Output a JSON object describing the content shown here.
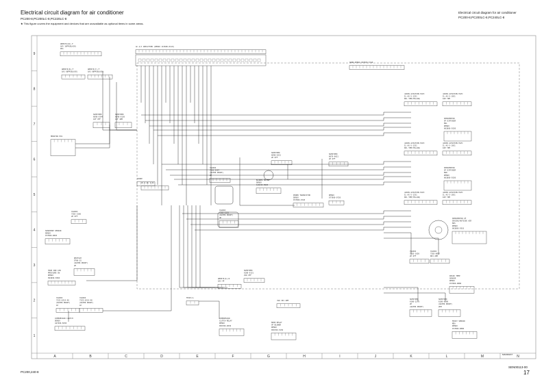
{
  "header": {
    "title": "Electrical circuit diagram for air conditioner",
    "models": "PC200-8,PC200LC-8,PC220LC-8",
    "note": "★ This figure covers the equipment and devices that are unavailable as optional items in some areas."
  },
  "header_right": {
    "title": "Electrical circuit diagram for air conditioner",
    "models": "PC200-8,PC200LC-8,PC240LC-8"
  },
  "footer": {
    "model": "PC200,240-8",
    "doc_ref": "SEN00113-00",
    "page": "17",
    "revision_note": "MANIFEST"
  },
  "grid": {
    "rows": [
      "9",
      "8",
      "7",
      "6",
      "5",
      "4",
      "3",
      "2",
      "1"
    ],
    "cols": [
      "A",
      "B",
      "C",
      "D",
      "E",
      "F",
      "G",
      "H",
      "I",
      "J",
      "K",
      "L",
      "M",
      "N"
    ]
  },
  "components": [
    {
      "id": "amp-cn1",
      "lines": [
        "AMP070(16)-F",
        "GA5 16PM(BLACK)",
        "P01"
      ]
    },
    {
      "id": "amp-cn2",
      "lines": [
        "AMP070(8)-F",
        "GA3 08PM(BLACK)"
      ]
    },
    {
      "id": "amp-cn3",
      "lines": [
        "AMP070(7)-F",
        "GA3 08PM(BLACK)"
      ]
    },
    {
      "id": "aircon-amp",
      "lines": [
        "AC A/C AMPLIFIER (DENSO 115600-0110)"
      ]
    },
    {
      "id": "harness",
      "lines": [
        "HARN DENSO 093830-5740"
      ]
    },
    {
      "id": "sumitomo-1",
      "lines": [
        "SUMITOMO",
        "6098-0144",
        "10F OFF"
      ]
    },
    {
      "id": "sumitomo-2",
      "lines": [
        "SUMITOMO",
        "6098-0130",
        "10F 4PM"
      ]
    },
    {
      "id": "monitor",
      "lines": [
        "MONITOR ECU"
      ]
    },
    {
      "id": "diode",
      "lines": [
        "DIODE"
      ]
    },
    {
      "id": "yazaki-1",
      "lines": [
        "YAZAKI",
        "7283-1560",
        "2P OFF"
      ]
    },
    {
      "id": "yazaki-2",
      "lines": [
        "YAZAKI",
        "7283-5597",
        "(WATER PROOF)",
        "2P"
      ]
    },
    {
      "id": "yazaki-3",
      "lines": [
        "YAZAKI",
        "7282-1555",
        "(WATER PROOF)",
        "4P"
      ]
    },
    {
      "id": "sumitomo-3",
      "lines": [
        "SUMITOMO",
        "6098-0221",
        "2P OFF"
      ]
    },
    {
      "id": "sumitomo-4",
      "lines": [
        "SUMITOMO",
        "6070-0021",
        "2P OFF"
      ]
    },
    {
      "id": "blower-motor",
      "lines": [
        "BLOWER MOTOR",
        "DENSO",
        "116340-8920"
      ]
    },
    {
      "id": "power-transistor",
      "lines": [
        "POWER TRANSISTOR",
        "DENSO",
        "077800-0720"
      ]
    },
    {
      "id": "denso-power",
      "lines": [
        "DENSO",
        "077800-0720"
      ]
    },
    {
      "id": "jae-1",
      "lines": [
        "JAPAN AVIATION ELEC",
        "IL-AG-5-12S1",
        "6PL YPM(YELLOW)"
      ]
    },
    {
      "id": "jae-2",
      "lines": [
        "JAPAN AVIATION ELEC",
        "IL-AG-5-10S1",
        "10P YPM"
      ]
    },
    {
      "id": "servomotor-1",
      "lines": [
        "SERVOMOTOR",
        "OF DIFFUSER",
        "MAL",
        "DENSO",
        "063800-9330"
      ]
    },
    {
      "id": "jae-3",
      "lines": [
        "JAPAN AVIATION ELEC",
        "IL-AG-5-12S1",
        "6PL YPM(YELLOW)"
      ]
    },
    {
      "id": "jae-4",
      "lines": [
        "JAPAN AVIATION ELEC",
        "IL-AG-5-10S1",
        "10P YPM"
      ]
    },
    {
      "id": "servomotor-2",
      "lines": [
        "SERVOMOTOR",
        "OF DIFFUSER",
        "MAR",
        "DENSO",
        "063800-9330"
      ]
    },
    {
      "id": "jae-5",
      "lines": [
        "JAPAN AVIATION ELEC",
        "IL-AG-5-12S1",
        "6PL YPM(YELLOW)"
      ]
    },
    {
      "id": "jae-6",
      "lines": [
        "JAPAN AVIATION ELEC",
        "IL-AG-5-10S1",
        "10P YPM"
      ]
    },
    {
      "id": "servomotor-3",
      "lines": [
        "SERVOMOTOR OF",
        "INSIDE/OUTSIDE AIR",
        "MAS",
        "DENSO",
        "063800-9310"
      ]
    },
    {
      "id": "sunshine-sensor",
      "lines": [
        "SUNSHINE SENSOR",
        "DENSO",
        "077800-0893"
      ]
    },
    {
      "id": "deutsch",
      "lines": [
        "DEUTSCH",
        "DT06-2S",
        "(WATER PROOF)",
        "2P"
      ]
    },
    {
      "id": "high-low-switch",
      "lines": [
        "HIGH AND LOW",
        "PRESSURE SW",
        "DENSO",
        "094999-5950"
      ]
    },
    {
      "id": "compressor-clutch",
      "lines": [
        "COMPRESSOR CLUTCH",
        "DENSO",
        "447260-5030"
      ]
    },
    {
      "id": "yazaki-4",
      "lines": [
        "YAZAKI",
        "7222-6214-40",
        "(WATER PROOF)",
        "1P"
      ]
    },
    {
      "id": "yazaki-5",
      "lines": [
        "YAZAKI",
        "7322-6214-40",
        "(WATER PROOF)",
        "1P"
      ]
    },
    {
      "id": "fuse",
      "lines": [
        "FUSE(1)"
      ]
    },
    {
      "id": "compressor-relay",
      "lines": [
        "COMPRESSOR",
        "CLUTCH RELAY",
        "DENSO",
        "056700-9030"
      ]
    },
    {
      "id": "amp-relay",
      "lines": [
        "AMP070(4)-N",
        "GA3 4P"
      ]
    },
    {
      "id": "sumitomo-5",
      "lines": [
        "SUMITOMO",
        "6180-0131",
        "2SD OFF"
      ]
    },
    {
      "id": "main-relay",
      "lines": [
        "MAIN RELAY",
        "OF BLOWER",
        "DENSO",
        "056700-5150"
      ]
    },
    {
      "id": "jmb-4p",
      "lines": [
        "JSD 3P1 4PM"
      ]
    },
    {
      "id": "yazaki-6",
      "lines": [
        "YAZAKI",
        "7283-1020",
        "2P OFF"
      ]
    },
    {
      "id": "yazaki-7",
      "lines": [
        "YAZAKI",
        "7283-8607",
        "8P4 2PM"
      ]
    },
    {
      "id": "insid-temp",
      "lines": [
        "INSID TEMP",
        "SENSOR",
        "DENSO",
        "077800-0880"
      ]
    },
    {
      "id": "sumitomo-6",
      "lines": [
        "SUMITOMO",
        "6180-2278",
        "2P",
        "(WATER PROOF)"
      ]
    },
    {
      "id": "sumitomo-7",
      "lines": [
        "SUMITOMO",
        "6180-0008",
        "(WATER PROOF)",
        "2PM"
      ]
    },
    {
      "id": "frost-sensor",
      "lines": [
        "FROST SENSOR",
        "MEA",
        "DENSO",
        "077800-0880"
      ]
    },
    {
      "id": "resistor",
      "lines": [
        "2k 1.2k 1.2k"
      ]
    }
  ]
}
